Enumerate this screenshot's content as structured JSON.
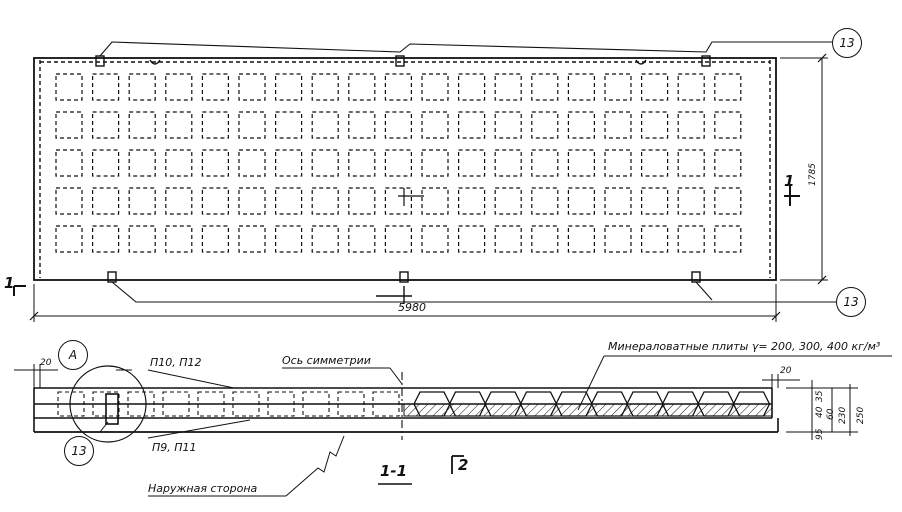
{
  "plan": {
    "callout_top": "13",
    "callout_bottom": "13",
    "dim_length": "5980",
    "dim_height": "1785",
    "section_mark_left": "1",
    "section_mark_right": "1",
    "grid_rows": 5,
    "grid_cols": 19
  },
  "section": {
    "callout_a": "A",
    "callout_13": "13",
    "label_top_panels": "П10, П12",
    "label_bottom_panels": "П9, П11",
    "axis_label": "Ось симметрии",
    "insulation_label": "Минераловатные плиты γ= 200, 300, 400 кг/м³",
    "outer_side_label": "Наружная сторона",
    "section_title": "1-1",
    "section_ref": "2",
    "dim_left_20": "20",
    "dim_right_20": "20",
    "dim_35_top": "35",
    "dim_40": "40",
    "dim_95": "95",
    "dim_60": "60",
    "dim_230": "230",
    "dim_250": "250",
    "rib_count": 10
  }
}
